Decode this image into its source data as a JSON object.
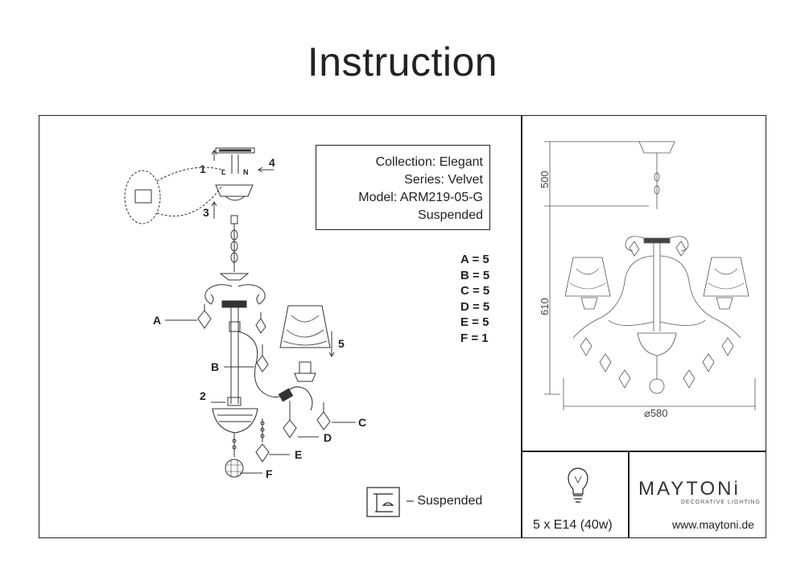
{
  "title": "Instruction",
  "info": {
    "collection": "Collection: Elegant",
    "series": "Series: Velvet",
    "model": "Model: ARM219-05-G",
    "type": "Suspended"
  },
  "parts": [
    "A = 5",
    "B = 5",
    "C = 5",
    "D = 5",
    "E = 5",
    "F = 1"
  ],
  "diagram_labels": {
    "a": "A",
    "b": "B",
    "c": "C",
    "d": "D",
    "e": "E",
    "f": "F",
    "step1": "1",
    "step2": "2",
    "step3": "3",
    "step4": "4",
    "step5": "5",
    "wire_l": "L",
    "wire_n": "N"
  },
  "mount_legend": "– Suspended",
  "dimensions": {
    "top": "500",
    "height": "610",
    "diameter": "⌀580"
  },
  "bulb": "5 x E14 (40w)",
  "brand": {
    "name": "MAYTONi",
    "tagline": "DECORATIVE LIGHTING",
    "website": "www.maytoni.de"
  }
}
